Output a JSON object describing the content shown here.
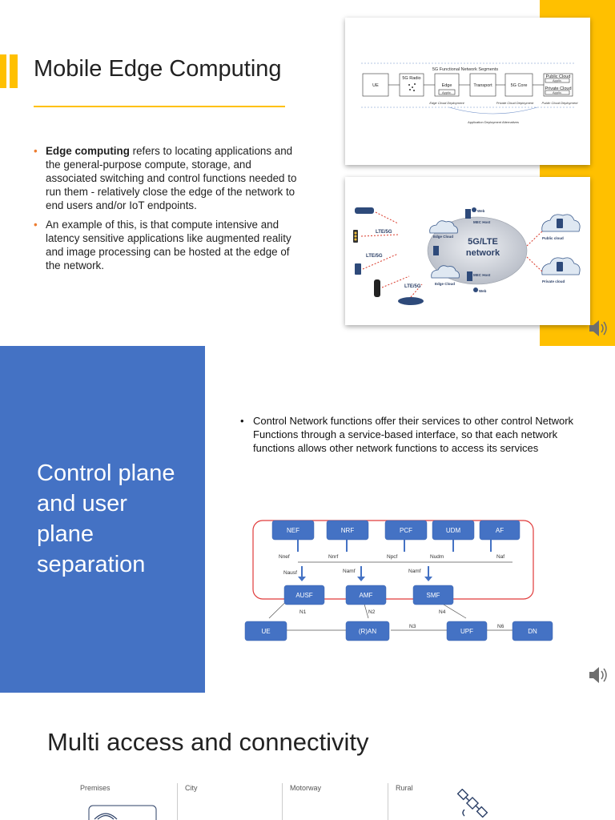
{
  "slide1": {
    "title": "Mobile Edge Computing",
    "bullet1_bold": "Edge computing",
    "bullet1_rest": " refers to locating applications and the general-purpose compute, storage, and associated switching and control functions needed to run them - relatively close the edge of the network to end users and/or IoT endpoints.",
    "bullet2": "An example of this, is that compute intensive and latency sensitive applications like augmented reality and image processing can be hosted at the edge of the network.",
    "segments_diagram": {
      "title": "5G Functional Network Segments",
      "boxes": [
        "UE",
        "5G Radio",
        "Edge",
        "Transport",
        "5G Core",
        "Public Cloud",
        "Private Cloud"
      ],
      "app_label": "Applic.",
      "footers": [
        "Edge Cloud Deployment",
        "Private Cloud Deployment",
        "Public Cloud Deployment"
      ],
      "caption": "Application Deployment Alternatives"
    },
    "mec_diagram": {
      "center": [
        "5G/LTE",
        "network"
      ],
      "labels": [
        "LTE/5G",
        "LTE/5G",
        "LTE/5G",
        "Edge Cloud",
        "Edge Cloud",
        "MEC Host",
        "MEC Host",
        "Public cloud",
        "Private cloud",
        "Web",
        "Web"
      ]
    }
  },
  "slide2": {
    "title": "Control plane and user plane separation",
    "bullet": "Control Network functions offer their services to other control Network Functions through a service-based interface, so that each network functions allows other network functions to access its services",
    "nf_top": [
      "NEF",
      "NRF",
      "PCF",
      "UDM",
      "AF"
    ],
    "nf_mid": [
      "AUSF",
      "AMF",
      "SMF"
    ],
    "nf_bottom": [
      "UE",
      "(R)AN",
      "UPF",
      "DN"
    ],
    "interfaces_top": [
      "Nnef",
      "Nnrf",
      "Npcf",
      "Nudm",
      "Naf"
    ],
    "interfaces_mid": [
      "Nausf",
      "Namf",
      "Namf"
    ],
    "ref_points": [
      "N1",
      "N2",
      "N3",
      "N4",
      "N6"
    ]
  },
  "slide3": {
    "title": "Multi access and connectivity",
    "columns": [
      "Premises",
      "City",
      "Motorway",
      "Rural"
    ]
  },
  "colors": {
    "yellow": "#FFC000",
    "blue_panel": "#4472C4",
    "nf_box": "#4472C4",
    "bullet_orange": "#ED7D31",
    "border_red": "#E03A3A"
  }
}
